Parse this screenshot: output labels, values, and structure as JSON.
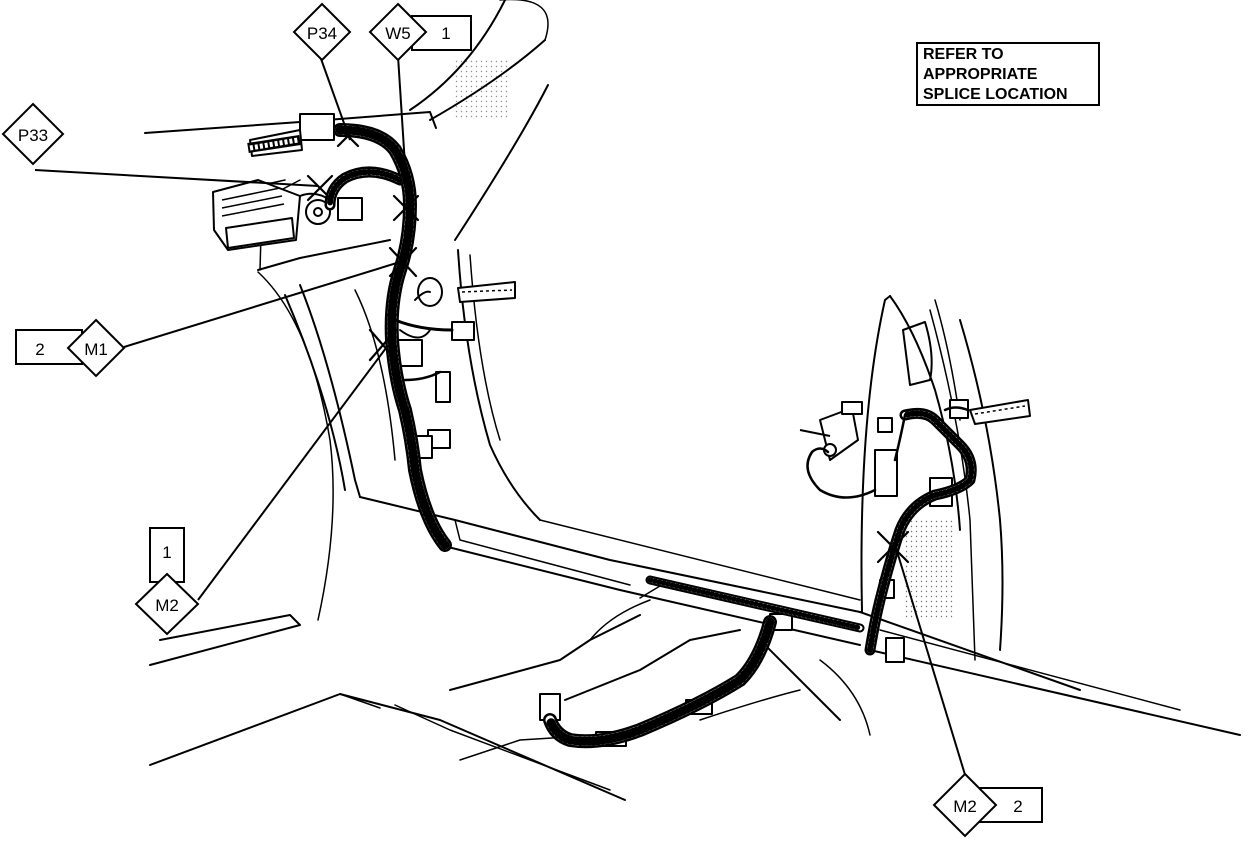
{
  "note": {
    "lines": [
      "REFER TO",
      "APPROPRIATE",
      "SPLICE LOCATION"
    ]
  },
  "callouts": {
    "p34": {
      "label": "P34"
    },
    "w5": {
      "label": "W5",
      "ref": "1"
    },
    "p33": {
      "label": "P33"
    },
    "m1": {
      "label": "M1",
      "ref": "2"
    },
    "m2_left": {
      "label": "M2",
      "ref": "1"
    },
    "m2_right": {
      "label": "M2",
      "ref": "2"
    }
  }
}
